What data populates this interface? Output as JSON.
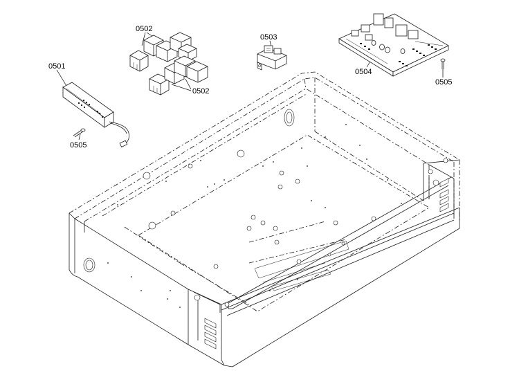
{
  "diagram": {
    "callouts": [
      {
        "id": "c-0501",
        "text": "0501"
      },
      {
        "id": "c-0502a",
        "text": "0502"
      },
      {
        "id": "c-0502b",
        "text": "0502"
      },
      {
        "id": "c-0503",
        "text": "0503"
      },
      {
        "id": "c-0504",
        "text": "0504"
      },
      {
        "id": "c-0505a",
        "text": "0505"
      },
      {
        "id": "c-0505b",
        "text": "0505"
      }
    ]
  }
}
